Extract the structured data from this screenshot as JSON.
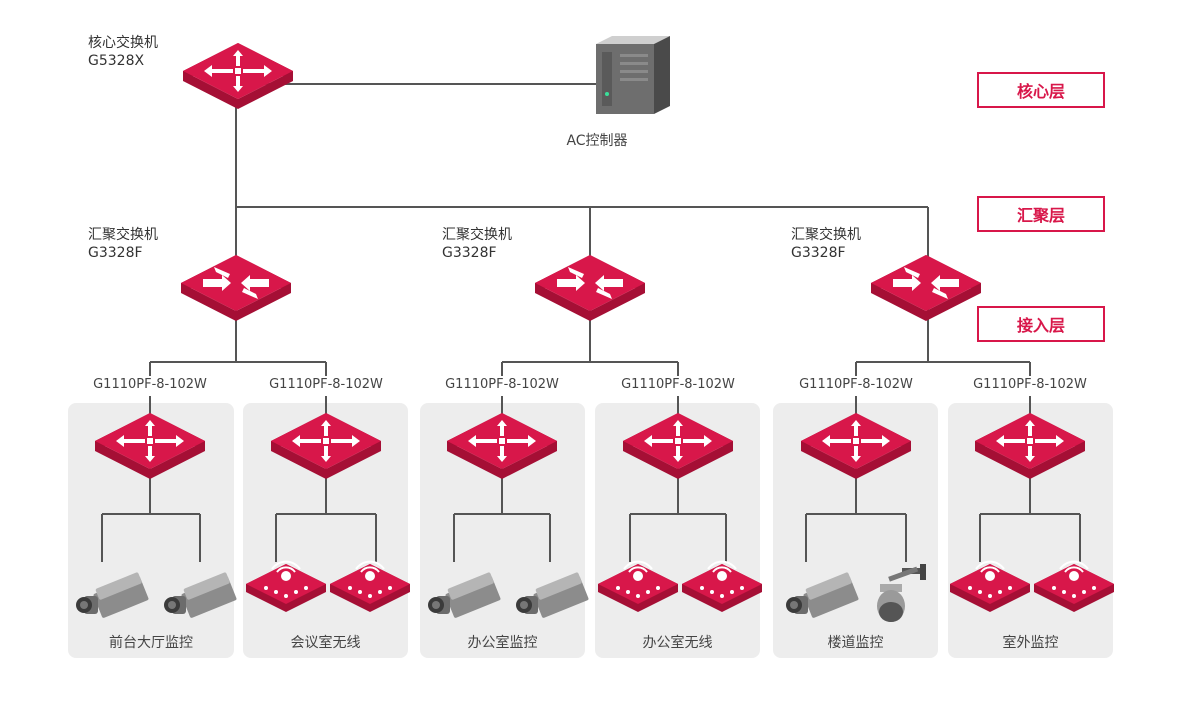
{
  "core": {
    "name": "核心交换机",
    "model": "G5328X"
  },
  "controller": {
    "label": "AC控制器"
  },
  "layers": {
    "core": "核心层",
    "aggregation": "汇聚层",
    "access": "接入层"
  },
  "aggregation": [
    {
      "name": "汇聚交换机",
      "model": "G3328F"
    },
    {
      "name": "汇聚交换机",
      "model": "G3328F"
    },
    {
      "name": "汇聚交换机",
      "model": "G3328F"
    }
  ],
  "access": [
    {
      "model": "G1110PF-8-102W",
      "area": "前台大厅监控",
      "devices": [
        "box-camera",
        "box-camera"
      ]
    },
    {
      "model": "G1110PF-8-102W",
      "area": "会议室无线",
      "devices": [
        "wireless-ap",
        "wireless-ap"
      ]
    },
    {
      "model": "G1110PF-8-102W",
      "area": "办公室监控",
      "devices": [
        "box-camera",
        "box-camera"
      ]
    },
    {
      "model": "G1110PF-8-102W",
      "area": "办公室无线",
      "devices": [
        "wireless-ap",
        "wireless-ap"
      ]
    },
    {
      "model": "G1110PF-8-102W",
      "area": "楼道监控",
      "devices": [
        "box-camera",
        "dome-camera"
      ]
    },
    {
      "model": "G1110PF-8-102W",
      "area": "室外监控",
      "devices": [
        "wireless-ap",
        "wireless-ap"
      ]
    }
  ],
  "colors": {
    "accent": "#d8174a",
    "accent_dark": "#a50f35",
    "line": "#555555",
    "panel": "#ededed"
  }
}
